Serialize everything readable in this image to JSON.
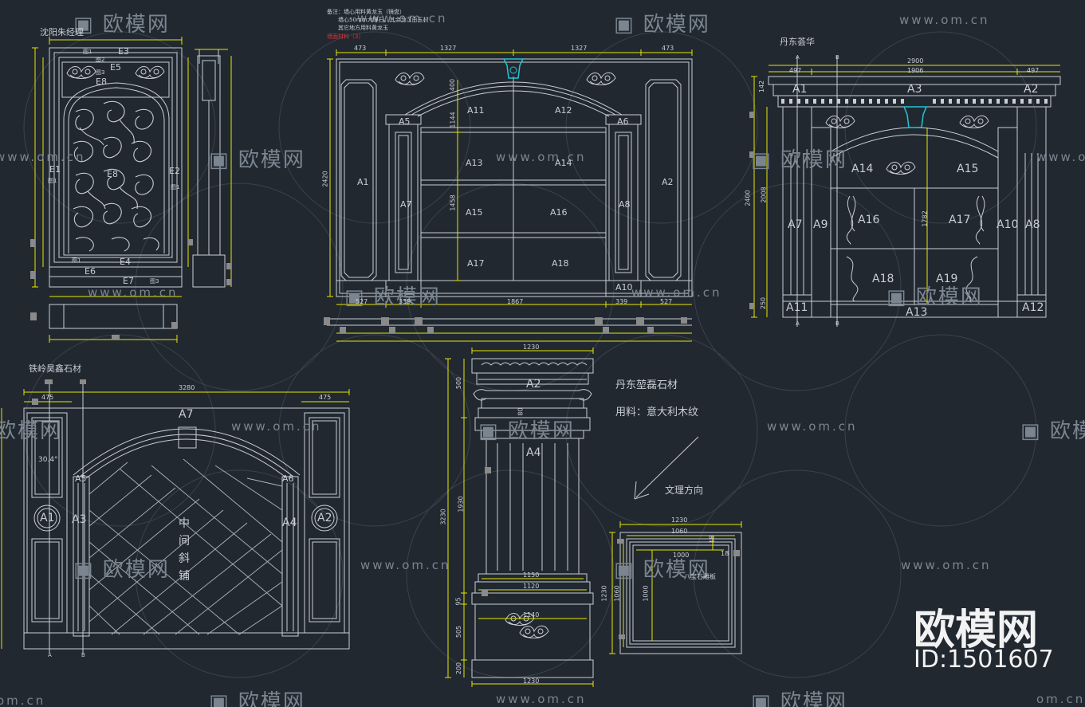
{
  "watermark": {
    "brand": "欧模网",
    "url": "www.om.cn",
    "url_short": "om.cn",
    "color": "#7b8590"
  },
  "badge": {
    "name": "欧模网",
    "id": "ID:1501607"
  },
  "colors": {
    "background": "#212830",
    "line": "#c9ced4",
    "dimension": "#e6e600",
    "highlight": "#22c4d6",
    "marker": "#8a8a8a",
    "note_red": "#e03030"
  },
  "drawings": {
    "shenyang": {
      "title": "沈阳朱经理",
      "labels": [
        "E1",
        "E2",
        "E3",
        "E4",
        "E5",
        "E6",
        "E7",
        "E8",
        "图1",
        "图1",
        "图1",
        "图1",
        "图2",
        "图3",
        "图3"
      ]
    },
    "main": {
      "notes": [
        "备注：墙心用料黄龙玉（镜盘）",
        "墙心50mm大理石，其余为汉白玉材",
        "其它地方用料黄龙玉"
      ],
      "note_red": "墙面材料（3）",
      "dims_top": [
        "473",
        "1327",
        "1327",
        "473"
      ],
      "dims_bottom": [
        "527",
        "339",
        "1867",
        "339",
        "527"
      ],
      "dims_vertical": [
        "2420",
        "1458",
        "1144",
        "400"
      ],
      "labels": [
        "A1",
        "A2",
        "A5",
        "A6",
        "A7",
        "A8",
        "A10",
        "A11",
        "A12",
        "A13",
        "A14",
        "A15",
        "A16",
        "A17",
        "A18"
      ]
    },
    "dandong_fenghua": {
      "title": "丹东荟华",
      "dims_top": [
        "2900",
        "497",
        "1906",
        "497"
      ],
      "dims_vertical": [
        "2400",
        "2008",
        "1782",
        "142",
        "250"
      ],
      "labels": [
        "A1",
        "A2",
        "A3",
        "A7",
        "A8",
        "A9",
        "A10",
        "A11",
        "A12",
        "A13",
        "A14",
        "A15",
        "A16",
        "A17",
        "A18",
        "A19"
      ],
      "axis": [
        "A",
        "B",
        "A",
        "B"
      ]
    },
    "tieling": {
      "title": "铁岭昊鑫石材",
      "dims_top": [
        "3280",
        "475",
        "475"
      ],
      "labels": [
        "A7",
        "A1",
        "A2",
        "A3",
        "A4",
        "A5",
        "A6"
      ],
      "angle": "30.4°",
      "center_text": [
        "中",
        "间",
        "斜",
        "铺"
      ],
      "axis": [
        "A",
        "B"
      ]
    },
    "dandong_yanlei": {
      "title": "丹东堃磊石材",
      "material": "用料：意大利木纹",
      "grain": "文理方向",
      "labels": [
        "A2",
        "A4"
      ],
      "dims_h": [
        "1230",
        "1150",
        "1120",
        "1140",
        "1230"
      ],
      "dims_v": [
        "3230",
        "500",
        "1930",
        "95",
        "505",
        "200",
        "80"
      ],
      "square": {
        "dims": [
          "1230",
          "1060",
          "1000",
          "1230",
          "1060",
          "1000",
          "18",
          "18"
        ],
        "label": "八宝石雕板"
      }
    }
  }
}
